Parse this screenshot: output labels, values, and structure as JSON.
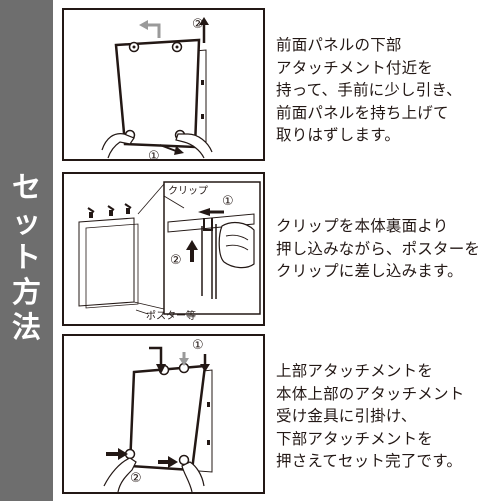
{
  "sidebar": {
    "title_chars": [
      "セ",
      "ッ",
      "ト",
      "方",
      "法"
    ]
  },
  "steps": [
    {
      "lines": [
        "前面パネルの下部",
        "アタッチメント付近を",
        "持って、手前に少し引き、",
        "前面パネルを持ち上げて",
        "取りはずします。"
      ],
      "markers": [
        "②",
        "①"
      ]
    },
    {
      "lines": [
        "クリップを本体裏面より",
        "押し込みながら、ポスターを",
        "クリップに差し込みます。"
      ],
      "markers": [
        "①",
        "②"
      ],
      "labels": {
        "clip": "クリップ",
        "poster": "ポスター等"
      }
    },
    {
      "lines": [
        "上部アタッチメントを",
        "本体上部のアタッチメント",
        "受け金具に引掛け、",
        "下部アタッチメントを",
        "押さえてセット完了です。"
      ],
      "markers": [
        "①",
        "②"
      ]
    }
  ],
  "colors": {
    "sidebar": "#6e6e6e",
    "ink": "#231815",
    "arrow_gray": "#9a9a9a"
  }
}
